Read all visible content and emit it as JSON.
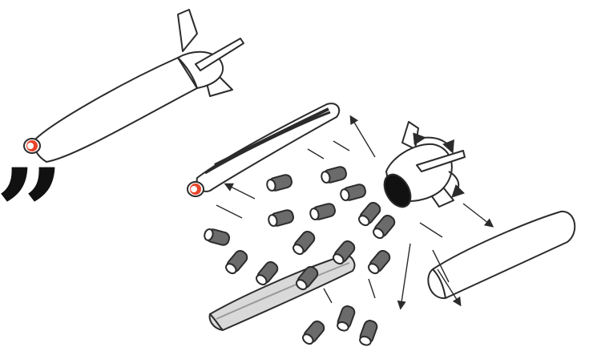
{
  "illustration": {
    "subject": "munition-breakup-exploded-view",
    "parts": [
      {
        "name": "intact-munition"
      },
      {
        "name": "forward-casing-section"
      },
      {
        "name": "tail-fin-assembly"
      },
      {
        "name": "rear-casing-section"
      },
      {
        "name": "split-casing-half"
      },
      {
        "name": "submunition-cylinders"
      }
    ],
    "glyph": {
      "name": "quote-mark-glyph",
      "text": "”"
    },
    "colors": {
      "outline": "#2b2b2b",
      "body_fill": "#ffffff",
      "accent_ring": "#e8442a",
      "cylinder_fill": "#6b6b6b",
      "cylinder_dark": "#3a3a3a",
      "shade": "#d9d9d9",
      "glyph_fill": "#111111"
    }
  }
}
